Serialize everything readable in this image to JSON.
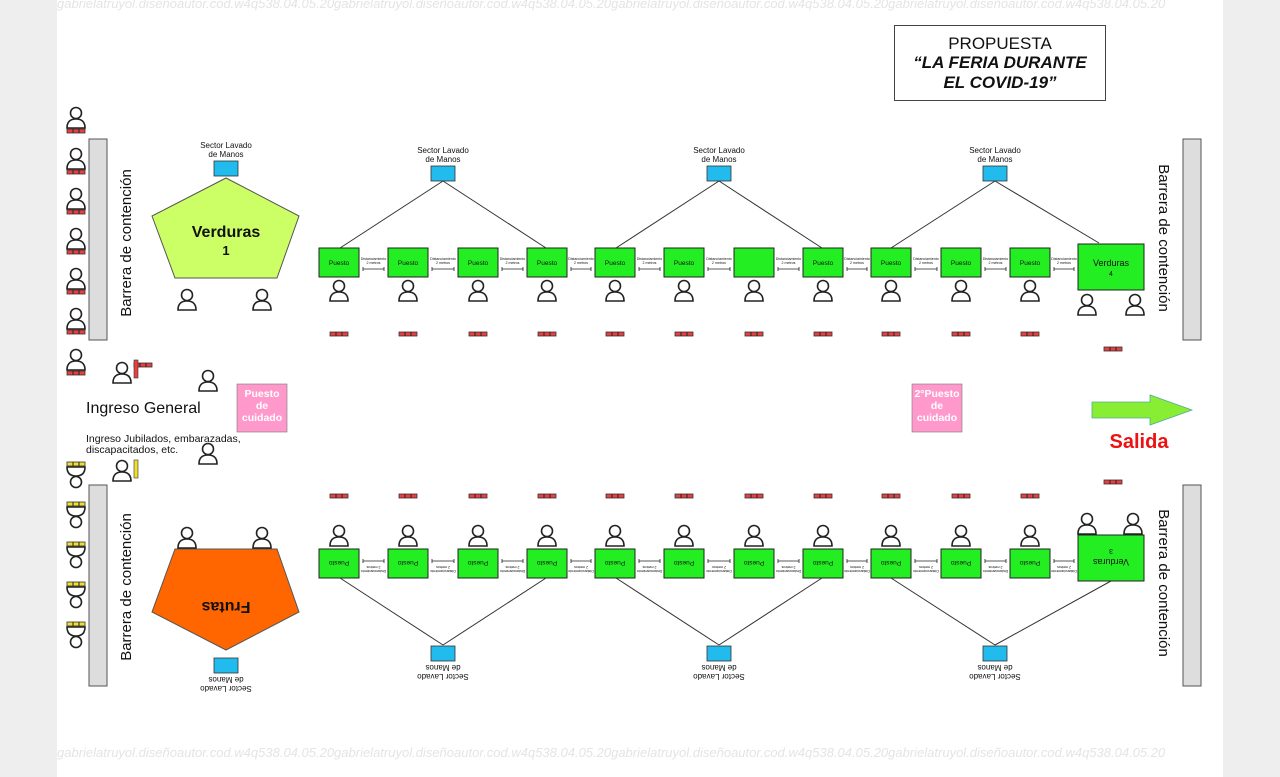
{
  "watermark": "gabrielatruyol.diseñoautor.cod.w4q538.04.05.20gabrielatruyol.diseñoautor.cod.w4q538.04.05.20gabrielatruyol.diseñoautor.cod.w4q538.04.05.20gabrielatruyol.diseñoautor.cod.w4q538.04.05.20",
  "title": {
    "line1": "PROPUESTA",
    "line2": "“LA FERIA DURANTE",
    "line3": "EL COVID-19”"
  },
  "barrier_label": "Barrera de contención",
  "hand_wash": {
    "line1": "Sector Lavado",
    "line2": "de Manos"
  },
  "verduras1": {
    "line1": "Verduras",
    "line2": "1"
  },
  "frutas": "Frutas",
  "verduras4": {
    "line1": "Verduras",
    "line2": "4"
  },
  "verduras3": {
    "line1": "Verduras",
    "line2": "3"
  },
  "stall_label": "Puesto",
  "spacing_label": {
    "line1": "Distanciamiento",
    "line2": "2 metros"
  },
  "top_stalls": [
    "Puesto",
    "Puesto",
    "Puesto",
    "Puesto",
    "Puesto",
    "Puesto",
    "",
    "Puesto",
    "Puesto",
    "Puesto",
    "Puesto"
  ],
  "bottom_stalls": [
    "Puesto",
    "Puesto",
    "Puesto",
    "Puesto",
    "Puesto",
    "Puesto",
    "Puesto",
    "Puesto",
    "Puesto",
    "Puesto",
    "Puesto"
  ],
  "ingreso_general": "Ingreso General",
  "ingreso_especial": {
    "line1": "Ingreso Jubilados, embarazadas,",
    "line2": "discapacitados, etc."
  },
  "care_post_1": {
    "line1": "Puesto",
    "line2": "de",
    "line3": "cuidado"
  },
  "care_post_2": {
    "line1": "2°Puesto",
    "line2": "de",
    "line3": "cuidado"
  },
  "exit_label": "Salida",
  "colors": {
    "stall_green": "#22ee22",
    "verduras1_fill": "#ccff66",
    "frutas_fill": "#ff6600",
    "wash_blue": "#22bbee",
    "care_pink": "#ff99cc",
    "exit_red": "#ee1111",
    "arrow_green": "#88ee33",
    "barrier_gray": "#dddddd"
  }
}
